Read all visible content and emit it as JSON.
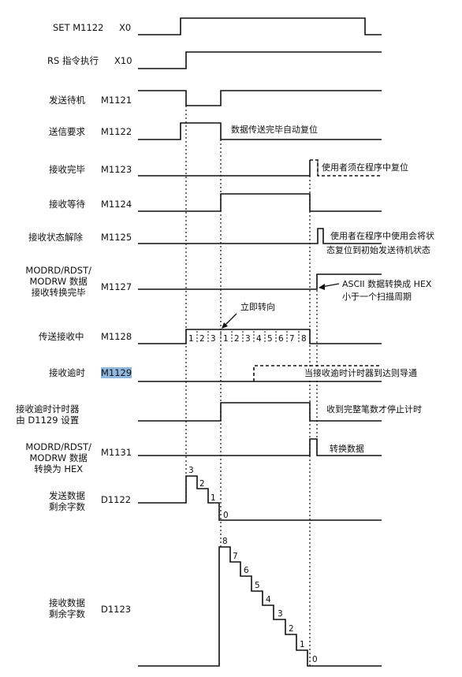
{
  "signals": [
    {
      "id": "x0",
      "label": "SET M1122",
      "dev": "X0"
    },
    {
      "id": "x10",
      "label": "RS 指令执行",
      "dev": "X10"
    },
    {
      "id": "m1121",
      "label": "发送待机",
      "dev": "M1121"
    },
    {
      "id": "m1122",
      "label": "送信要求",
      "dev": "M1122"
    },
    {
      "id": "m1123",
      "label": "接收完毕",
      "dev": "M1123"
    },
    {
      "id": "m1124",
      "label": "接收等待",
      "dev": "M1124"
    },
    {
      "id": "m1125",
      "label": "接收状态解除",
      "dev": "M1125"
    },
    {
      "id": "m1127",
      "label": "MODRD/RDST/\nMODRW 数据\n接收转换完毕",
      "dev": "M1127"
    },
    {
      "id": "m1128",
      "label": "传送接收中",
      "dev": "M1128"
    },
    {
      "id": "m1129",
      "label": "接收逾时",
      "dev": "M1129"
    },
    {
      "id": "d1129",
      "label": "接收逾时计时器\n由 D1129 设置",
      "dev": ""
    },
    {
      "id": "m1131",
      "label": "MODRD/RDST/\nMODRW 数据\n转换为 HEX",
      "dev": "M1131"
    },
    {
      "id": "d1122",
      "label": "发送数据\n剩余字数",
      "dev": "D1122"
    },
    {
      "id": "d1123",
      "label": "接收数据\n剩余字数",
      "dev": "D1123"
    }
  ],
  "notes": {
    "auto_reset": "数据传送完毕自动复位",
    "user_reset": "使用者须在程序中复位",
    "user_state_1": "使用者在程序中使用会将状",
    "user_state_2": "态复位到初始发送待机状态",
    "ascii_1": "ASCII 数据转换成 HEX",
    "ascii_2": "小于一个扫描周期",
    "immediate": "立即转向",
    "timeout": "当接收逾时计时器到达则导通",
    "stop_timer": "收到完整笔数才停止计时",
    "convert": "转换数据"
  },
  "m1128_counts": [
    "1",
    "2",
    "3",
    "1",
    "2",
    "3",
    "4",
    "5",
    "6",
    "7",
    "8"
  ],
  "d1122_steps": [
    "3",
    "2",
    "1",
    "0"
  ],
  "d1123_steps": [
    "8",
    "7",
    "6",
    "5",
    "4",
    "3",
    "2",
    "1",
    "0"
  ],
  "colors": {
    "line": "#111111",
    "highlight": "#8fb7df"
  }
}
